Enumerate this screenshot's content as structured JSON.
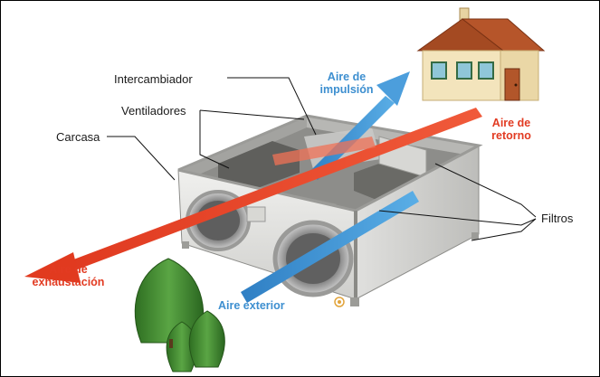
{
  "labels": {
    "intercambiador": "Intercambiador",
    "ventiladores": "Ventiladores",
    "carcasa": "Carcasa",
    "filtros": "Filtros",
    "aire_impulsion_1": "Aire de",
    "aire_impulsion_2": "impulsión",
    "aire_retorno_1": "Aire de",
    "aire_retorno_2": "retorno",
    "aire_exhaustacion_1": "Aire de",
    "aire_exhaustacion_2": "exhaustación",
    "aire_exterior": "Aire exterior"
  },
  "colors": {
    "red_arrow": "#e23b22",
    "blue_arrow": "#3d8fd0",
    "casing": "#e4e4e2",
    "tree": "#3f8a2f",
    "house_wall": "#f1e2b8",
    "house_roof": "#a24a22"
  },
  "icons": [
    "house-icon",
    "tree-icon",
    "brand-logo-icon"
  ]
}
